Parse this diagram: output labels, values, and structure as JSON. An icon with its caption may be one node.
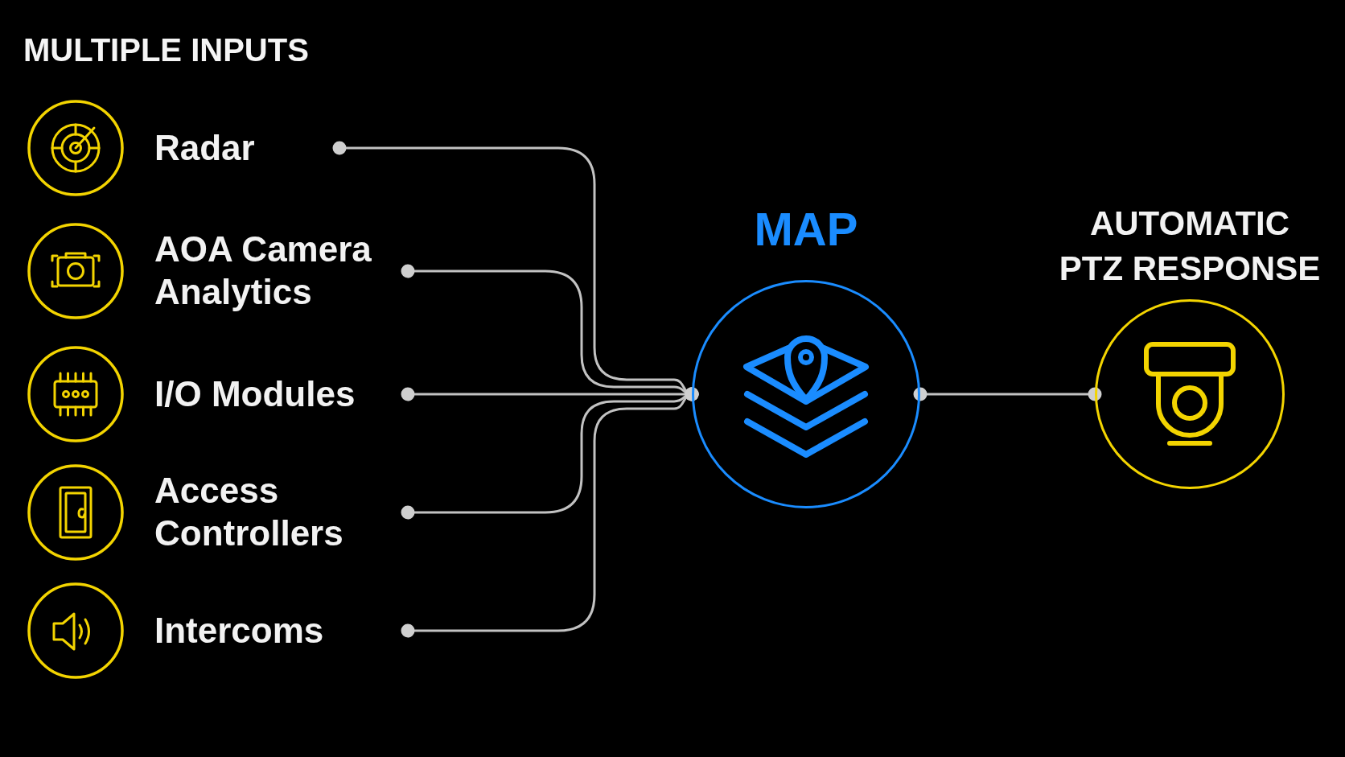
{
  "diagram": {
    "title": "MULTIPLE INPUTS",
    "nodes": [
      {
        "text": [
          "Radar"
        ]
      },
      {
        "text": [
          "AOA Camera Analytics"
        ]
      },
      {
        "text": [
          "I/O Modules"
        ]
      },
      {
        "text": [
          "Access Controllers"
        ]
      },
      {
        "text": [
          "Intercoms"
        ]
      },
      {
        "text": [
          "MAP"
        ]
      },
      {
        "text": [
          "AUTOMATIC PTZ RESPONSE"
        ]
      }
    ],
    "edges": [
      {
        "from": 0,
        "to": 5,
        "arrow": "other"
      },
      {
        "from": 1,
        "to": 5,
        "arrow": "other"
      },
      {
        "from": 2,
        "to": 5,
        "arrow": "other"
      },
      {
        "from": 3,
        "to": 5,
        "arrow": "other"
      },
      {
        "from": 4,
        "to": 5,
        "arrow": "other"
      },
      {
        "from": 5,
        "to": 6,
        "arrow": "other"
      }
    ]
  }
}
